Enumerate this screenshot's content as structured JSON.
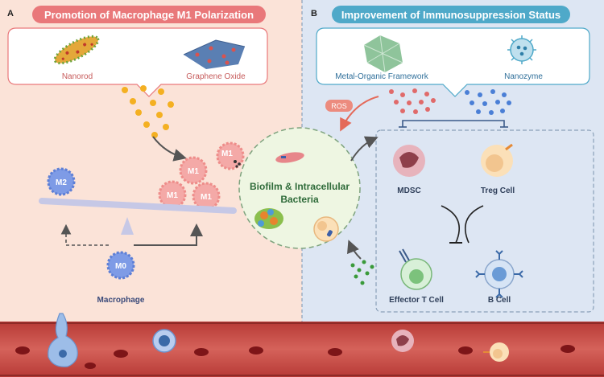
{
  "panel_a": {
    "letter": "A",
    "title": "Promotion of Macrophage M1 Polarization",
    "nanorod_label": "Nanorod",
    "graphene_label": "Graphene Oxide",
    "m1_label": "M1",
    "m2_label": "M2",
    "m0_label": "M0",
    "macrophage_label": "Macrophage"
  },
  "panel_b": {
    "letter": "B",
    "title": "Improvement of Immunosuppression Status",
    "mof_label": "Metal-Organic Framework",
    "nanozyme_label": "Nanozyme",
    "ros_label": "ROS",
    "mdsc_label": "MDSC",
    "treg_label": "Treg Cell",
    "effector_label": "Effector T Cell",
    "bcell_label": "B Cell"
  },
  "center": {
    "line1": "Biofilm & Intracellular",
    "line2": "Bacteria"
  },
  "colors": {
    "panel_a_bg": "#fbe3d8",
    "panel_b_bg": "#dde6f3",
    "title_a": "#e9787a",
    "title_b": "#4fa9c9",
    "m1": "#f4a9a7",
    "m2": "#7e9be6",
    "center_circle": "#eef6e2",
    "vessel": "#c8473f"
  }
}
